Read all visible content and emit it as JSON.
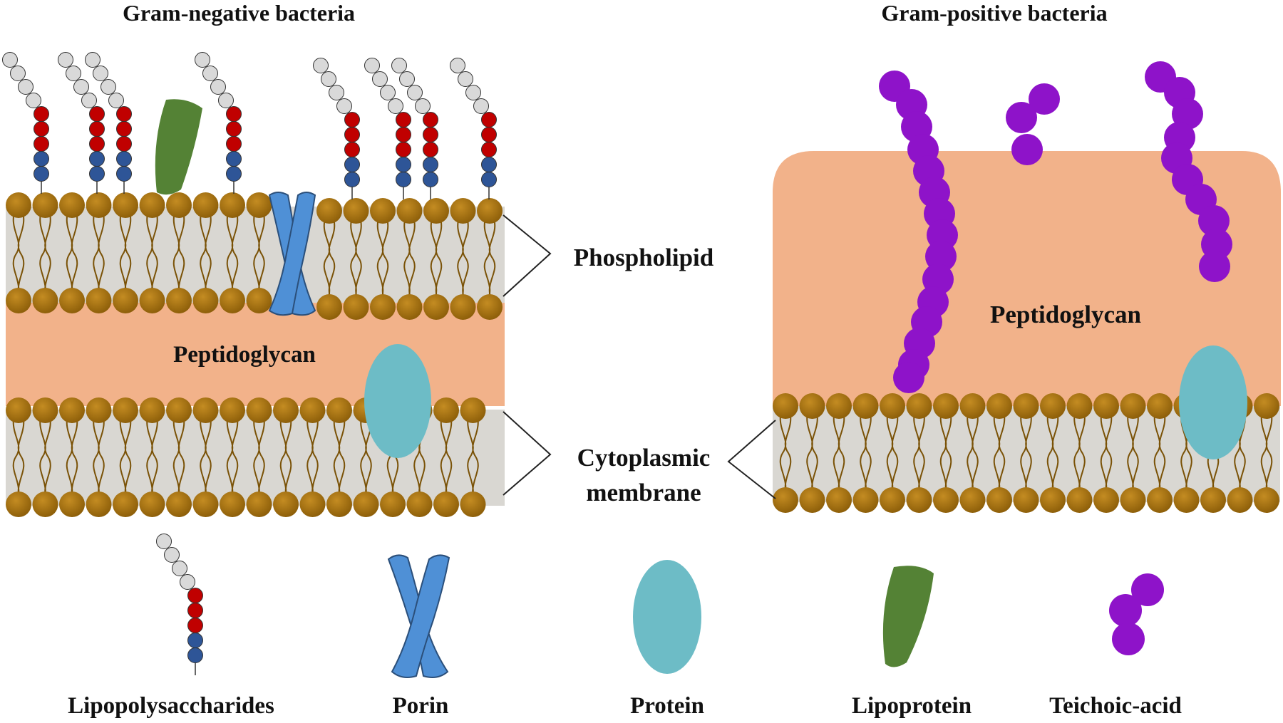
{
  "titles": {
    "gram_negative": "Gram-negative bacteria",
    "gram_positive": "Gram-positive bacteria"
  },
  "callouts": {
    "phospholipid": "Phospholipid",
    "cytoplasmic_line1": "Cytoplasmic",
    "cytoplasmic_line2": "membrane"
  },
  "layers": {
    "peptidoglycan_left": "Peptidoglycan",
    "peptidoglycan_right": "Peptidoglycan"
  },
  "legend": {
    "lipopolysaccharides": "Lipopolysaccharides",
    "porin": "Porin",
    "protein": "Protein",
    "lipoprotein": "Lipoprotein",
    "teichoic_acid": "Teichoic-acid"
  },
  "colors": {
    "lipid_head": "#a8740f",
    "lipid_head_dark": "#7a5207",
    "lipid_tail": "#7a5207",
    "bilayer_fill": "#d9d7d2",
    "peptidoglycan": "#f2b28a",
    "porin": "#4f90d6",
    "protein": "#6dbcc6",
    "lipoprotein": "#548235",
    "teichoic_acid": "#8e13c9",
    "lps_sugar_grey": "#d9d9d9",
    "lps_red": "#c00000",
    "lps_blue": "#2e5597"
  }
}
